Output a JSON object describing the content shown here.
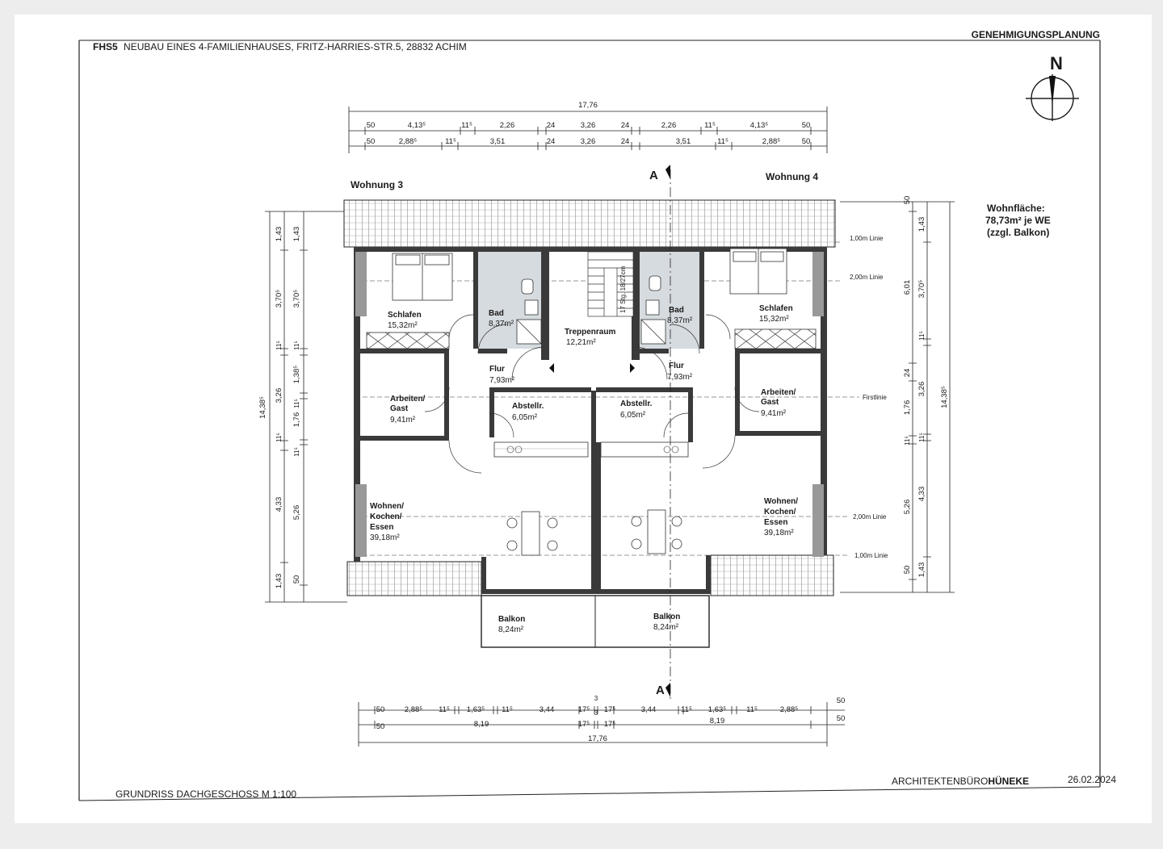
{
  "header": {
    "project_code": "FHS5",
    "project_title": "NEUBAU EINES 4-FAMILIENHAUSES, FRITZ-HARRIES-STR.5, 28832 ACHIM",
    "phase": "GENEHMIGUNGSPLANUNG"
  },
  "north": {
    "label": "N"
  },
  "apartments": {
    "left": "Wohnung 3",
    "right": "Wohnung 4"
  },
  "summary": {
    "line1": "Wohnfläche:",
    "line2": "78,73m² je WE",
    "line3": "(zzgl. Balkon)"
  },
  "section_marker": "A",
  "height_lines": {
    "l1_top": "1,00m Linie",
    "l2_top": "2,00m Linie",
    "ridge": "Firstlinie",
    "l2_bottom": "2,00m Linie",
    "l1_bottom": "1,00m Linie"
  },
  "rooms": {
    "schlafen_l": {
      "name": "Schlafen",
      "area": "15,32m²"
    },
    "bad_l": {
      "name": "Bad",
      "area": "8,37m²"
    },
    "treppe": {
      "name": "Treppenraum",
      "area": "12,21m²",
      "stair_note": "17 Stg. 18/27cm"
    },
    "bad_r": {
      "name": "Bad",
      "area": "8,37m²"
    },
    "schlafen_r": {
      "name": "Schlafen",
      "area": "15,32m²"
    },
    "flur_l": {
      "name": "Flur",
      "area": "7,93m²"
    },
    "flur_r": {
      "name": "Flur",
      "area": "7,93m²"
    },
    "arbeiten_l": {
      "line1": "Arbeiten/",
      "line2": "Gast",
      "area": "9,41m²"
    },
    "arbeiten_r": {
      "line1": "Arbeiten/",
      "line2": "Gast",
      "area": "9,41m²"
    },
    "abstell_l": {
      "name": "Abstellr.",
      "area": "6,05m²"
    },
    "abstell_r": {
      "name": "Abstellr.",
      "area": "6,05m²"
    },
    "wohnen_l": {
      "line1": "Wohnen/",
      "line2": "Kochen/",
      "line3": "Essen",
      "area": "39,18m²"
    },
    "wohnen_r": {
      "line1": "Wohnen/",
      "line2": "Kochen/",
      "line3": "Essen",
      "area": "39,18m²"
    },
    "balkon_l": {
      "name": "Balkon",
      "area": "8,24m²"
    },
    "balkon_r": {
      "name": "Balkon",
      "area": "8,24m²"
    }
  },
  "dims": {
    "top_total": "17,76",
    "top_row1": [
      "50",
      "4,13⁵",
      "11⁵",
      "2,26",
      "24",
      "3,26",
      "24",
      "2,26",
      "11⁵",
      "4,13⁵",
      "50"
    ],
    "top_row2": [
      "50",
      "2,88⁵",
      "11⁵",
      "3,51",
      "24",
      "3,26",
      "24",
      "3,51",
      "11⁵",
      "2,88⁵",
      "50"
    ],
    "bottom_row1": [
      "50",
      "2,88⁵",
      "11⁵",
      "1,63⁵",
      "11⁵",
      "3,44",
      "17⁵",
      "3",
      "17⁵",
      "3,44",
      "11⁵",
      "1,63⁵",
      "11⁵",
      "2,88⁵",
      "50"
    ],
    "bottom_row2": [
      "50",
      "8,19",
      "17⁵",
      "3",
      "17⁵",
      "8,19",
      "50"
    ],
    "bottom_total": "17,76",
    "left_total": "14,38⁵",
    "left_outer": [
      "1,43",
      "3,70⁵",
      "11⁵",
      "3,26",
      "11⁵",
      "4,33",
      "1,43"
    ],
    "left_inner": [
      "1,43",
      "3,70⁵",
      "11⁵",
      "1,38⁵",
      "11⁵",
      "1,76",
      "11⁵",
      "5,26",
      "50"
    ],
    "right_total": "14,38⁵",
    "right_outer": [
      "50",
      "6,01",
      "24",
      "1,76",
      "11⁵",
      "5,26",
      "50"
    ],
    "right_inner": [
      "1,43",
      "3,70⁵",
      "11⁵",
      "3,26",
      "11⁵",
      "4,33",
      "1,43"
    ]
  },
  "footer": {
    "drawing_title": "GRUNDRISS DACHGESCHOSS  M 1:100",
    "office_light": "ARCHITEKTENBÜRO",
    "office_bold": "HÜNEKE",
    "date": "26.02.2024"
  }
}
